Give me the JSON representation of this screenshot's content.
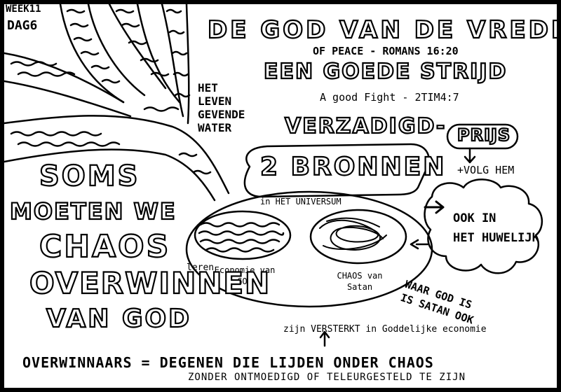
{
  "week": "WEEK11",
  "day": "DAG6",
  "title": "DE GOD VAN DE VREDE",
  "title_ref": "OF PEACE - ROMANS 16:20",
  "subtitle": "EEN GOEDE STRIJD",
  "subtitle_ref": "A good Fight - 2TIM4:7",
  "reward_text": "VERZADIGD-",
  "reward_bubble": "PRIJS",
  "follow_him": "+VOLG HEM",
  "tree_label": [
    "HET",
    "LEVEN",
    "GEVENDE",
    "WATER"
  ],
  "sources_title": "2 BRONNEN",
  "sources_sub": "in HET UNIVERSUM",
  "economy_label": "Economie van GOD",
  "chaos_label": "CHAOS van Satan",
  "learn": "leren",
  "marriage_cloud": [
    "OOK IN",
    "HET HUWELIJK"
  ],
  "main_message": [
    "SOMS",
    "MOETEN WE",
    "CHAOS",
    "OVERWINNEN",
    "VAN GOD"
  ],
  "where_god": [
    "WAAR GOD IS",
    "IS SATAN OOK"
  ],
  "strengthened": "zijn VERSTERKT in Goddelijke economie",
  "footer_line1": "OVERWINNAARS = DEGENEN DIE LIJDEN ONDER CHAOS",
  "footer_line2": "ZONDER ONTMOEDIGD OF TELEURGESTELD TE ZIJN"
}
